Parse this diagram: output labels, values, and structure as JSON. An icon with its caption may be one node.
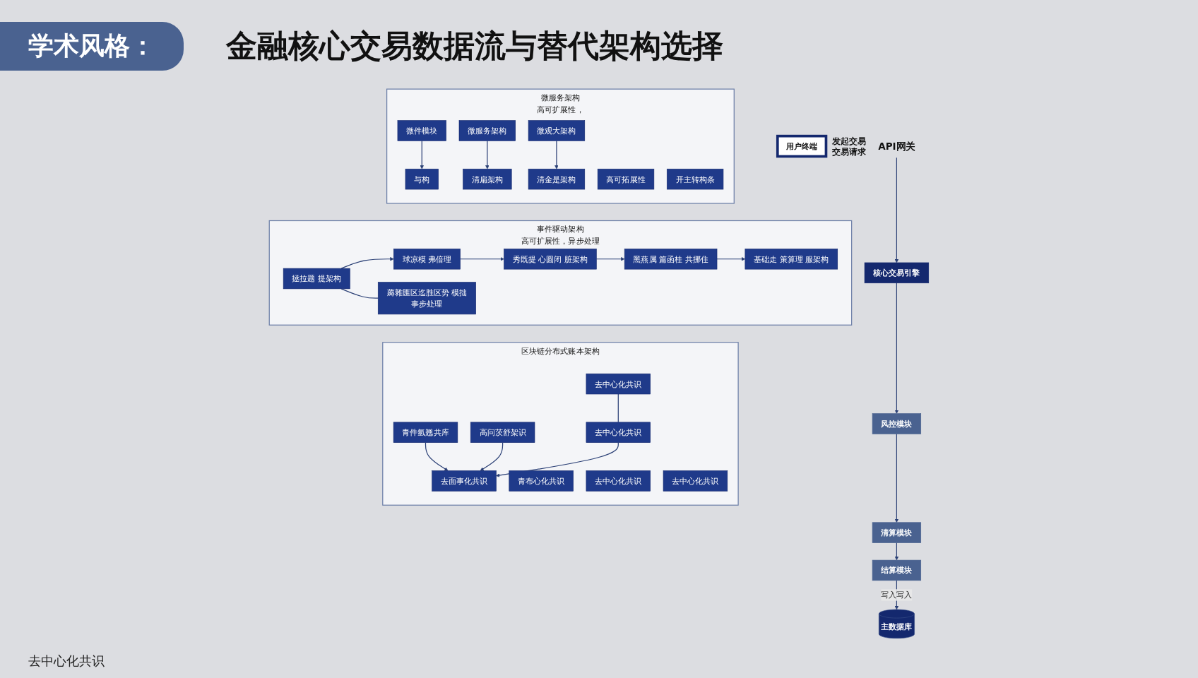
{
  "diagram": {
    "title": "金融核心交易数据流与替代架构选择",
    "nodes": [
      {
        "text": [
          "用户终端"
        ],
        "beside": [
          "发起交易",
          "交易请求"
        ]
      },
      {
        "text": [
          "API网关"
        ]
      },
      {
        "text": [
          "核心交易引擎"
        ]
      },
      {
        "text": [
          "风控模块"
        ]
      },
      {
        "text": [
          "清算模块"
        ]
      },
      {
        "text": [
          "结算模块"
        ]
      },
      {
        "text": [
          "主数据库"
        ]
      },
      {
        "text": [
          "微服务架构",
          "高可扩展性，"
        ]
      },
      {
        "text": [
          "微件模块"
        ],
        "in": 7
      },
      {
        "text": [
          "微服务架构"
        ],
        "in": 7
      },
      {
        "text": [
          "微观大架构"
        ],
        "in": 7
      },
      {
        "text": [
          "高可拓展性"
        ],
        "in": 7
      },
      {
        "text": [
          "与构"
        ],
        "in": 7
      },
      {
        "text": [
          "清扁架构"
        ],
        "in": 7
      },
      {
        "text": [
          "清金是架构"
        ],
        "in": 7
      },
      {
        "text": [
          "开主转构条"
        ],
        "in": 7
      },
      {
        "text": [
          "事件驱动架构",
          "高可扩展性，异步处理"
        ]
      },
      {
        "text": [
          "拯拉题 提架构"
        ],
        "in": 16
      },
      {
        "text": [
          "球凉模 弗倍理"
        ],
        "in": 16
      },
      {
        "text": [
          "秀既提 心圆闭 脏架构"
        ],
        "in": 16
      },
      {
        "text": [
          "黑燕属 篇函桂 共挪住"
        ],
        "in": 16
      },
      {
        "text": [
          "基础走 策算理 服架构"
        ],
        "in": 16
      },
      {
        "text": [
          "薅雜匯区迄胜区势 模拙",
          "事步处理"
        ],
        "in": 16
      },
      {
        "text": [
          "区块链分布式账本架构"
        ]
      },
      {
        "text": [
          "去中心化共识"
        ],
        "in": 23
      },
      {
        "text": [
          "青件氫翘共库"
        ],
        "in": 23
      },
      {
        "text": [
          "高问茨舒架识"
        ],
        "in": 23
      },
      {
        "text": [
          "青布心化共识"
        ],
        "in": 23
      },
      {
        "text": [
          "去中心化共识"
        ],
        "in": 23
      },
      {
        "text": [
          "去中心化共识"
        ],
        "in": 23
      },
      {
        "text": [
          "去中心化共识"
        ],
        "in": 23
      },
      {
        "text": [
          "去面事化共识"
        ],
        "in": 23
      }
    ],
    "edges": [
      {
        "from": 1,
        "to": 2,
        "arrow": "to"
      },
      {
        "from": 2,
        "to": 3,
        "arrow": "to"
      },
      {
        "from": 3,
        "to": 4,
        "arrow": "to"
      },
      {
        "from": 4,
        "to": 5,
        "arrow": "to"
      },
      {
        "from": 5,
        "to": 6,
        "arrow": "to",
        "label": "写入写入"
      },
      {
        "from": 8,
        "to": 12,
        "arrow": "to"
      },
      {
        "from": 9,
        "to": 13,
        "arrow": "to"
      },
      {
        "from": 10,
        "to": 14,
        "arrow": "to"
      },
      {
        "from": 17,
        "to": 18,
        "arrow": "to"
      },
      {
        "from": 18,
        "to": 19,
        "arrow": "to"
      },
      {
        "from": 19,
        "to": 20,
        "arrow": "to"
      },
      {
        "from": 20,
        "to": 21,
        "arrow": "to"
      },
      {
        "from": 17,
        "to": 22,
        "arrow": "none"
      },
      {
        "from": 24,
        "to": 28,
        "arrow": "none"
      },
      {
        "from": 25,
        "to": 31,
        "arrow": "to"
      },
      {
        "from": 26,
        "to": 31,
        "arrow": "to"
      },
      {
        "from": 28,
        "to": 31,
        "arrow": "to"
      }
    ],
    "labels": [
      "学术风格：",
      "去中心化共识"
    ]
  }
}
